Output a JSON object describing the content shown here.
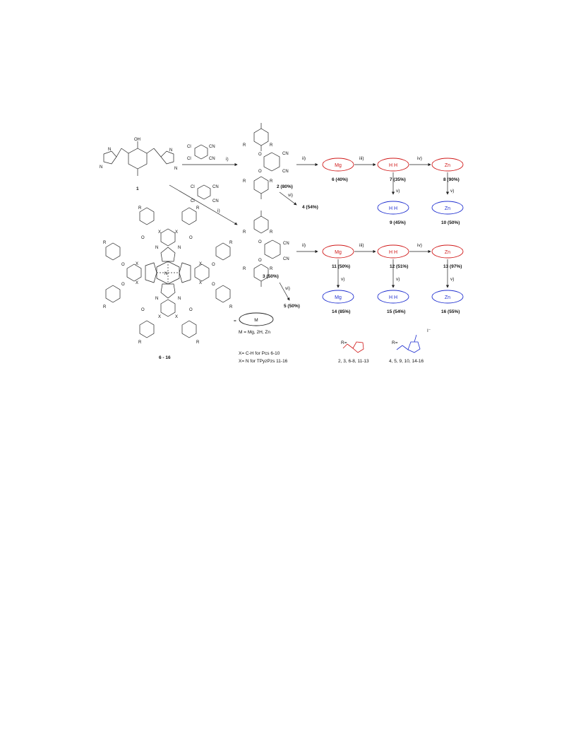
{
  "compounds": {
    "c1": "1",
    "c2": "2 (80%)",
    "c3": "3 (50%)",
    "c4": "4 (54%)",
    "c5": "5 (50%)",
    "c6": "6 (40%)",
    "c7": "7 (35%)",
    "c8": "8 (90%)",
    "c9": "9 (45%)",
    "c10": "10 (50%)",
    "c11": "11 (50%)",
    "c12": "12 (51%)",
    "c13": "13 (97%)",
    "c14": "14 (85%)",
    "c15": "15 (54%)",
    "c16": "16 (55%)",
    "macrocycle": "6 - 16"
  },
  "reagents": {
    "i": "i)",
    "ii": "ii)",
    "iii": "iii)",
    "iv": "iv)",
    "v": "v)",
    "vi": "vi)"
  },
  "metals": {
    "mg": "Mg",
    "hh": "H H",
    "zn": "Zn",
    "m": "M"
  },
  "legend": {
    "metal_def": "M = Mg, 2H, Zn",
    "x_ch": "X= C-H for Pcs 6-10",
    "x_n": "X= N for TPyzPzs 11-16",
    "r_red_prefix": "R=",
    "r_red_compounds": "2, 3, 6-8, 11-13",
    "r_blue_prefix": "R=",
    "r_blue_compounds": "4, 5, 9, 10, 14-16",
    "iodide": "I⁻"
  },
  "atoms": {
    "oh": "OH",
    "n": "N",
    "o": "O",
    "cl": "Cl",
    "cn": "CN",
    "r": "R",
    "x": "X"
  },
  "colors": {
    "red": "#d01818",
    "blue": "#1f2fd0",
    "ink": "#222222"
  }
}
